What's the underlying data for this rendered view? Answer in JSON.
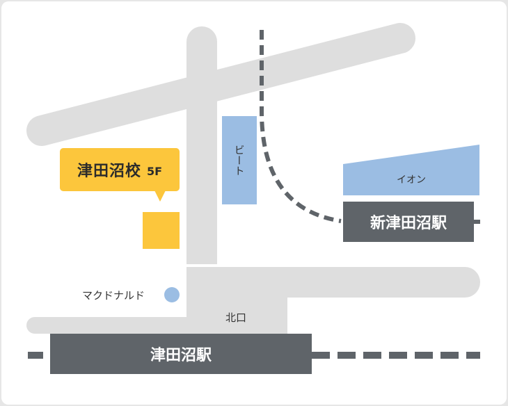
{
  "map": {
    "colors": {
      "road": "#dedede",
      "railway": "#5f6469",
      "building": "#9bbde3",
      "school": "#fcc63c",
      "station_text": "#ffffff"
    },
    "school": {
      "name": "津田沼校",
      "floor": "5F",
      "marker_icon": "school-marker-square"
    },
    "buildings": [
      {
        "name": "ビート"
      },
      {
        "name": "イオン"
      }
    ],
    "landmarks": [
      {
        "name": "マクドナルド",
        "icon": "circle-marker-icon"
      }
    ],
    "exits": [
      {
        "name": "北口"
      }
    ],
    "stations": [
      {
        "name": "新津田沼駅"
      },
      {
        "name": "津田沼駅"
      }
    ]
  }
}
